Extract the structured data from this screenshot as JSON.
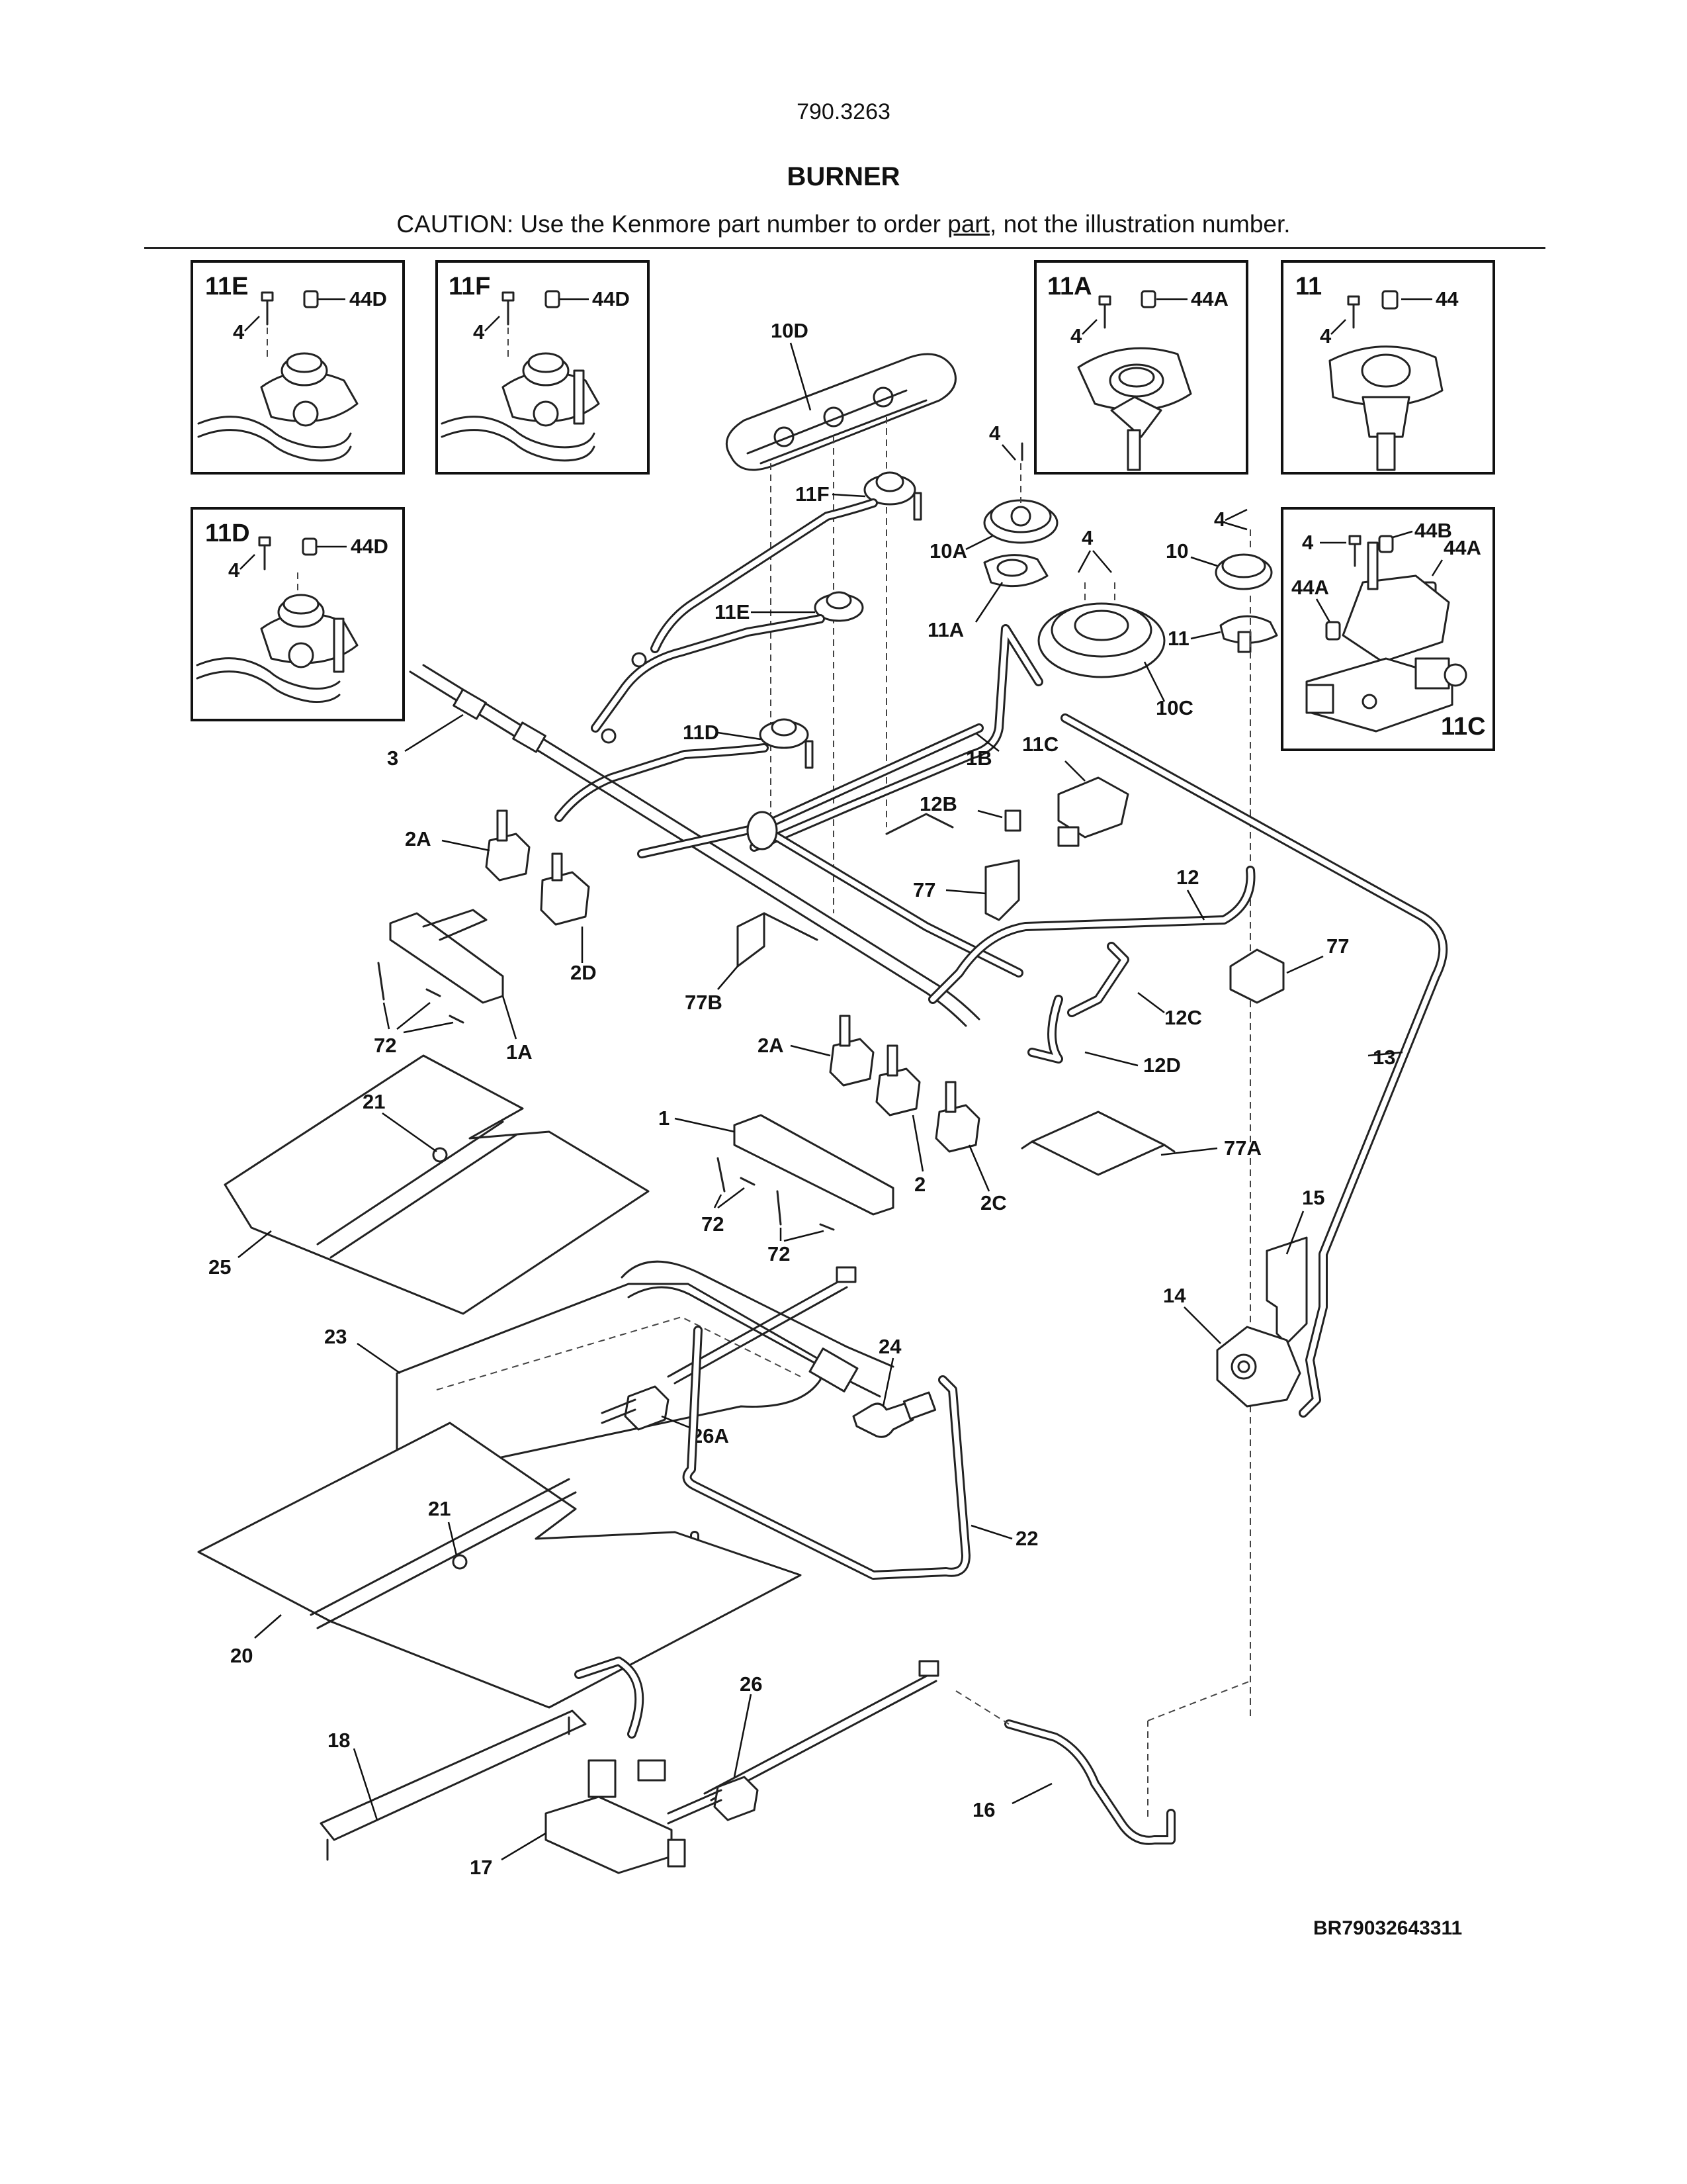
{
  "header": {
    "page_code": "790.3263",
    "title": "BURNER",
    "caution_before": "CAUTION: Use the Kenmore part number to order ",
    "caution_link": "part",
    "caution_after": ", not the illustration number."
  },
  "footer": {
    "drawing_code": "BR79032643311"
  },
  "insets": {
    "11E": {
      "title": "11E",
      "screw": "4",
      "spacer": "44D"
    },
    "11F": {
      "title": "11F",
      "screw": "4",
      "spacer": "44D"
    },
    "11A": {
      "title": "11A",
      "screw": "4",
      "spacer": "44A"
    },
    "11": {
      "title": "11",
      "screw": "4",
      "spacer": "44"
    },
    "11D": {
      "title": "11D",
      "screw": "4",
      "spacer": "44D"
    },
    "11C": {
      "title": "11C",
      "screw": "4",
      "spacer_b": "44B",
      "spacer_a1": "44A",
      "spacer_a2": "44A"
    }
  },
  "callouts": {
    "c10D": "10D",
    "c11F": "11F",
    "c11E": "11E",
    "c11D": "11D",
    "c4a": "4",
    "c10A": "10A",
    "c11A": "11A",
    "c4b": "4",
    "c10C": "10C",
    "c4c": "4",
    "c10": "10",
    "c11": "11",
    "c3": "3",
    "c1B": "1B",
    "c11C": "11C",
    "c2A_top": "2A",
    "c12B": "12B",
    "c2D": "2D",
    "c77": "77",
    "c12": "12",
    "c77_right": "77",
    "c1A": "1A",
    "c72_left": "72",
    "c77B": "77B",
    "c12C": "12C",
    "c13": "13",
    "c2A_mid": "2A",
    "c12D": "12D",
    "c21_top": "21",
    "c1": "1",
    "c77A": "77A",
    "c2": "2",
    "c2C": "2C",
    "c72_mid1": "72",
    "c72_mid2": "72",
    "c25": "25",
    "c15": "15",
    "c14": "14",
    "c24": "24",
    "c23": "23",
    "c26A": "26A",
    "c21_bottom": "21",
    "c22": "22",
    "c20": "20",
    "c26": "26",
    "c18": "18",
    "c16": "16",
    "c17": "17"
  }
}
